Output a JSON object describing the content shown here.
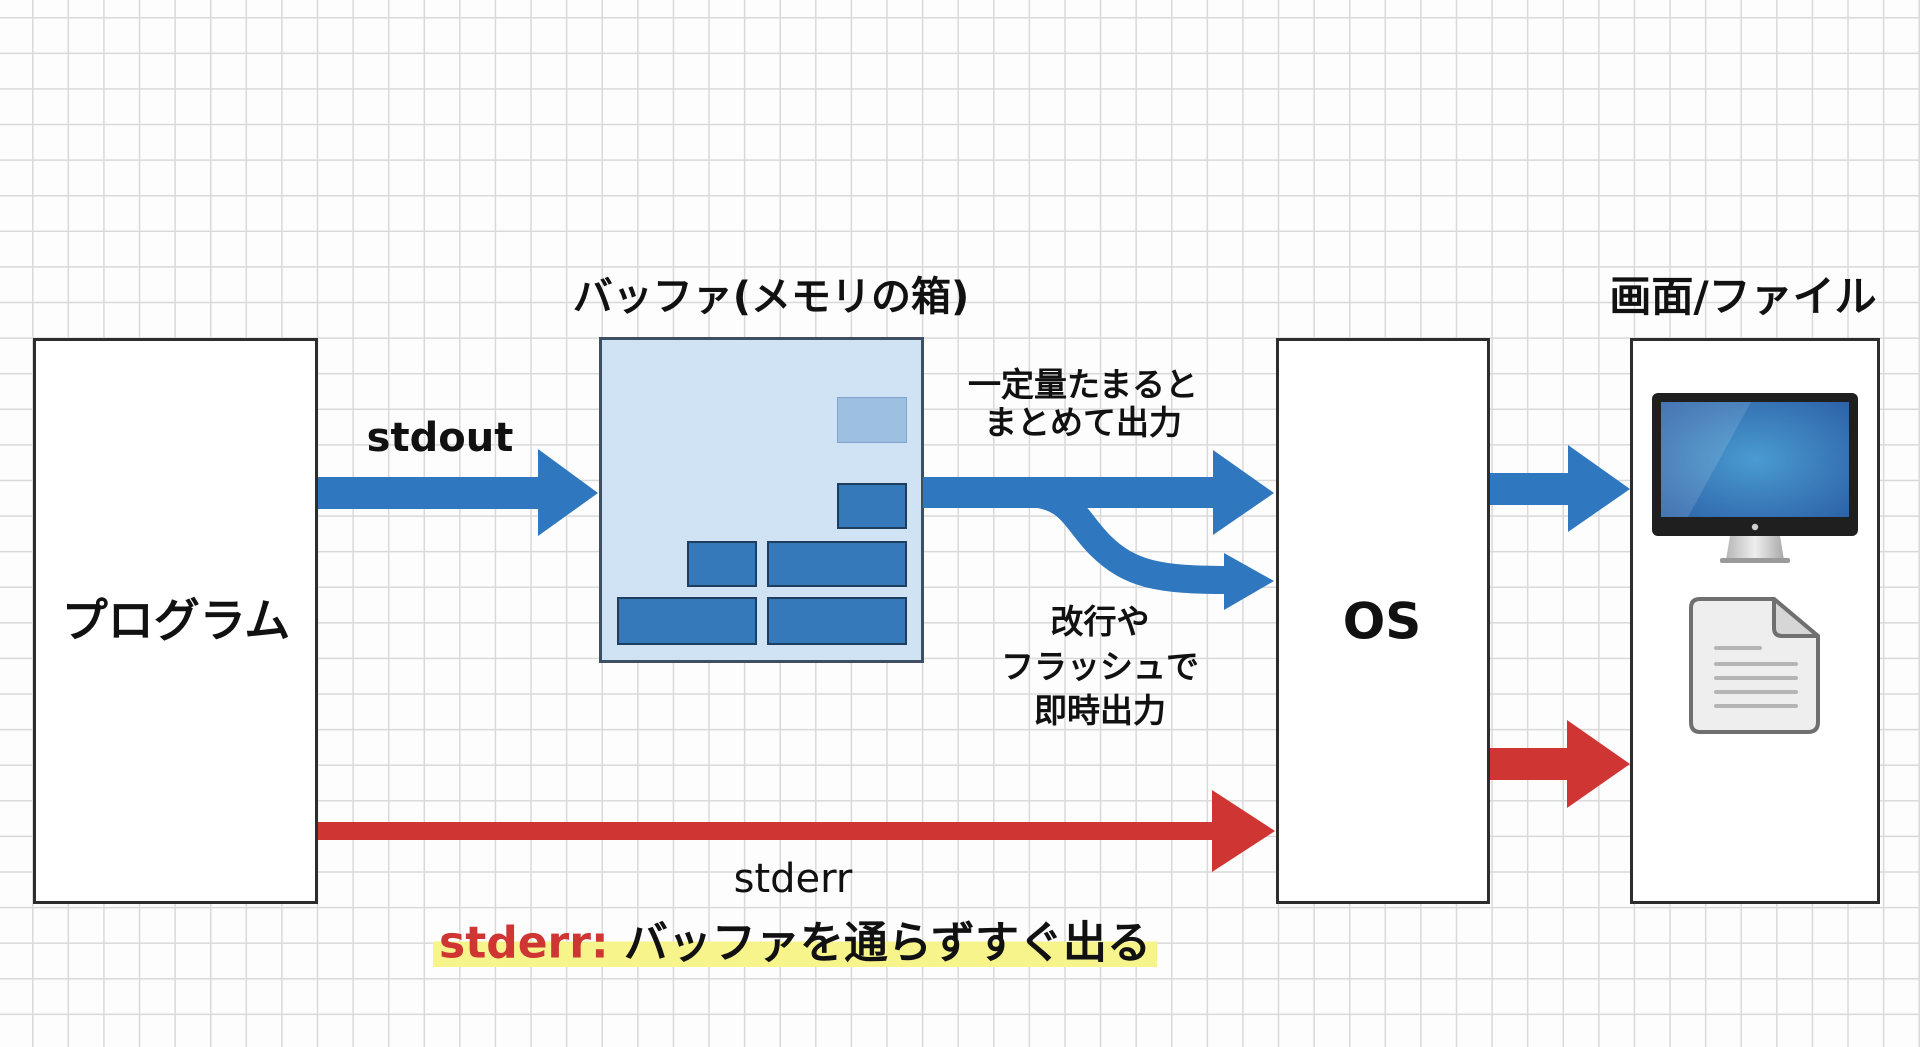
{
  "diagram": {
    "nodes": {
      "program": {
        "label": "プログラム"
      },
      "buffer": {
        "title": "バッファ(メモリの箱)"
      },
      "os": {
        "label": "OS"
      },
      "output": {
        "title": "画面/ファイル",
        "items": [
          {
            "icon": "monitor-icon"
          },
          {
            "icon": "file-icon"
          }
        ]
      }
    },
    "edges": {
      "stdout": {
        "label": "stdout",
        "color": "#2f78bf"
      },
      "buffer_full": {
        "label_lines": [
          "一定量たまると",
          "まとめて出力"
        ]
      },
      "flush": {
        "label_lines": [
          "改行や",
          "フラッシュで",
          "即時出力"
        ]
      },
      "stderr": {
        "label": "stderr",
        "color": "#cf3532"
      }
    },
    "caption": {
      "prefix": "stderr:",
      "text": " バッファを通らずすぐ出る",
      "prefix_color": "#cf3532",
      "highlight_color": "#f7f48c"
    }
  }
}
